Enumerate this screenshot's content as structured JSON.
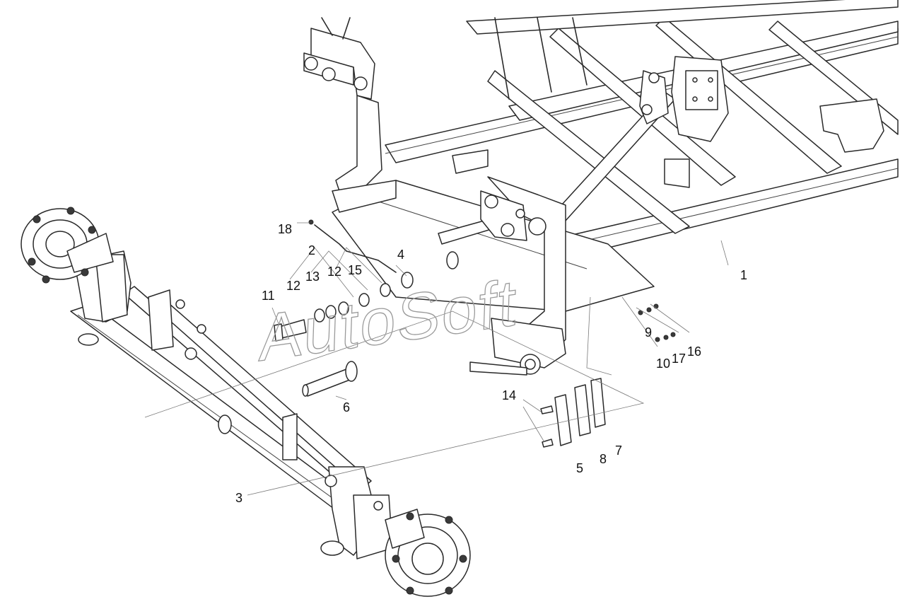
{
  "watermark": "AutoSoft",
  "callouts": [
    {
      "id": "1",
      "text": "1"
    },
    {
      "id": "2",
      "text": "2"
    },
    {
      "id": "3",
      "text": "3"
    },
    {
      "id": "4",
      "text": "4"
    },
    {
      "id": "5",
      "text": "5"
    },
    {
      "id": "6",
      "text": "6"
    },
    {
      "id": "7",
      "text": "7"
    },
    {
      "id": "8",
      "text": "8"
    },
    {
      "id": "9",
      "text": "9"
    },
    {
      "id": "10",
      "text": "10"
    },
    {
      "id": "11",
      "text": "11"
    },
    {
      "id": "12a",
      "text": "12"
    },
    {
      "id": "12b",
      "text": "12"
    },
    {
      "id": "13",
      "text": "13"
    },
    {
      "id": "14",
      "text": "14"
    },
    {
      "id": "15",
      "text": "15"
    },
    {
      "id": "16",
      "text": "16"
    },
    {
      "id": "17",
      "text": "17"
    },
    {
      "id": "18",
      "text": "18"
    }
  ]
}
